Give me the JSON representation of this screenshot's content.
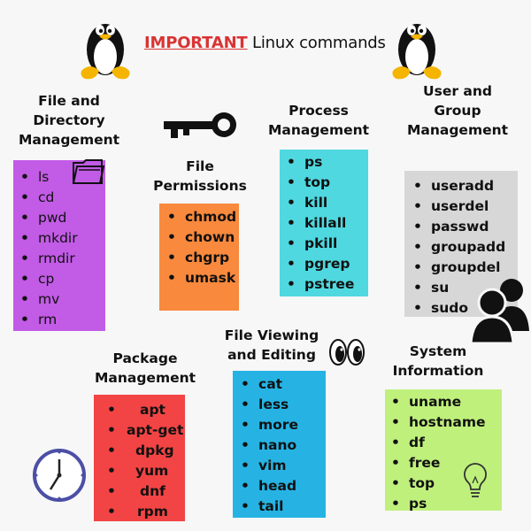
{
  "title": {
    "highlight": "IMPORTANT",
    "rest": "Linux commands"
  },
  "sections": {
    "file_dir": {
      "heading": [
        "File and",
        "Directory",
        "Management"
      ],
      "items": [
        "ls",
        "cd",
        "pwd",
        "mkdir",
        "rmdir",
        "cp",
        "mv",
        "rm"
      ],
      "color": "#c25be6"
    },
    "permissions": {
      "heading": [
        "File",
        "Permissions"
      ],
      "items": [
        "chmod",
        "chown",
        "chgrp",
        "umask"
      ],
      "color": "#f8893d"
    },
    "process": {
      "heading": [
        "Process",
        "Management"
      ],
      "items": [
        "ps",
        "top",
        "kill",
        "killall",
        "pkill",
        "pgrep",
        "pstree"
      ],
      "color": "#4fd8e0"
    },
    "user_group": {
      "heading": [
        "User and",
        "Group",
        "Management"
      ],
      "items": [
        "useradd",
        "userdel",
        "passwd",
        "groupadd",
        "groupdel",
        "su",
        "sudo"
      ],
      "color": "#d7d7d7"
    },
    "package": {
      "heading": [
        "Package",
        "Management"
      ],
      "items": [
        "apt",
        "apt-get",
        "dpkg",
        "yum",
        "dnf",
        "rpm"
      ],
      "color": "#f24444"
    },
    "viewing": {
      "heading": [
        "File Viewing",
        "and Editing"
      ],
      "items": [
        "cat",
        "less",
        "more",
        "nano",
        "vim",
        "head",
        "tail"
      ],
      "color": "#26b3e3"
    },
    "sysinfo": {
      "heading": [
        "System",
        "Information"
      ],
      "items": [
        "uname",
        "hostname",
        "df",
        "free",
        "top",
        "ps"
      ],
      "color": "#bff07c"
    }
  },
  "icons": [
    "penguin-icon",
    "key-icon",
    "folder-icon",
    "eyes-icon",
    "users-icon",
    "clock-icon",
    "lightbulb-icon"
  ]
}
